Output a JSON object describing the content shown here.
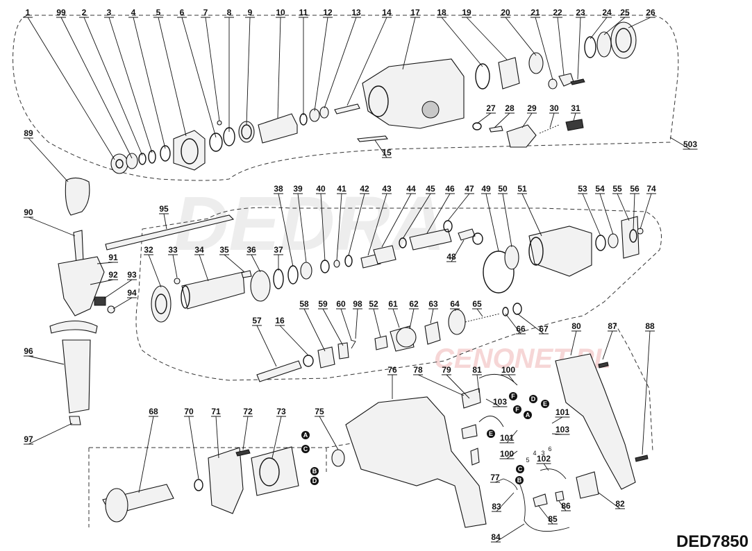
{
  "model_code": "DED7850",
  "watermarks": [
    "DEDRA",
    "CENONET.PL"
  ],
  "callouts_top": [
    "1",
    "99",
    "2",
    "3",
    "4",
    "5",
    "6",
    "7",
    "8",
    "9",
    "10",
    "11",
    "12",
    "13",
    "14",
    "17",
    "18",
    "19",
    "20",
    "21",
    "22",
    "23",
    "24",
    "25",
    "26"
  ],
  "callouts_mid_top": [
    "38",
    "39",
    "40",
    "41",
    "42",
    "43",
    "44",
    "45",
    "46",
    "47",
    "49",
    "50",
    "51",
    "53",
    "54",
    "55",
    "56",
    "74"
  ],
  "callouts_other": {
    "c27": "27",
    "c28": "28",
    "c29": "29",
    "c30": "30",
    "c31": "31",
    "c15": "15",
    "c503": "503",
    "c89": "89",
    "c90": "90",
    "c95": "95",
    "c32": "32",
    "c33": "33",
    "c34": "34",
    "c35": "35",
    "c36": "36",
    "c37": "37",
    "c91": "91",
    "c92": "92",
    "c93": "93",
    "c94": "94",
    "c48": "48",
    "c58": "58",
    "c59": "59",
    "c60": "60",
    "c98": "98",
    "c52": "52",
    "c61": "61",
    "c62": "62",
    "c63": "63",
    "c64": "64",
    "c65": "65",
    "c66": "66",
    "c67": "67",
    "c57": "57",
    "c16": "16",
    "c96": "96",
    "c97": "97",
    "c76": "76",
    "c78": "78",
    "c79": "79",
    "c81": "81",
    "c100a": "100",
    "c103a": "103",
    "c80": "80",
    "c87": "87",
    "c88": "88",
    "c101a": "101",
    "c103b": "103",
    "c101b": "101",
    "c100b": "100",
    "c102": "102",
    "c77": "77",
    "c83": "83",
    "c84": "84",
    "c85": "85",
    "c86": "86",
    "c82": "82",
    "c68": "68",
    "c70": "70",
    "c71": "71",
    "c72": "72",
    "c73": "73",
    "c75": "75",
    "wire_num_5": "5",
    "wire_num_4": "4",
    "wire_num_3": "3",
    "wire_num_6": "6"
  },
  "connector_letters": {
    "stator_a": "A",
    "stator_c": "C",
    "stator_b": "B",
    "stator_d": "D",
    "wire_f1": "F",
    "wire_e1": "E",
    "wire_d": "D",
    "wire_e2": "E",
    "wire_f2": "F",
    "wire_a": "A",
    "wire_c": "C",
    "wire_b": "B"
  }
}
